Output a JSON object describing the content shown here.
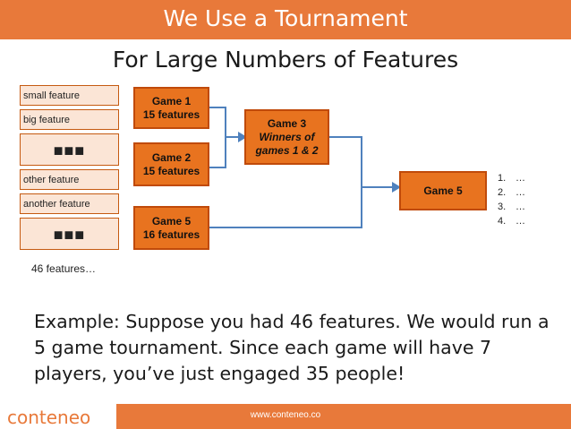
{
  "header": {
    "title": "We Use a Tournament",
    "subtitle": "For Large Numbers of Features"
  },
  "features": {
    "items": [
      "small feature",
      "big feature",
      "■■■",
      "other feature",
      "another feature",
      "■■■"
    ],
    "count_label": "46 features…"
  },
  "games": {
    "game1": {
      "line1": "Game 1",
      "line2": "15 features"
    },
    "game2": {
      "line1": "Game 2",
      "line2": "15 features"
    },
    "game5a": {
      "line1": "Game 5",
      "line2": "16 features"
    },
    "game3": {
      "line1": "Game 3",
      "line2": "Winners of",
      "line3": "games 1 & 2"
    },
    "game5b": {
      "line1": "Game 5"
    }
  },
  "results": [
    {
      "n": "1.",
      "v": "…"
    },
    {
      "n": "2.",
      "v": "…"
    },
    {
      "n": "3.",
      "v": "…"
    },
    {
      "n": "4.",
      "v": "…"
    }
  ],
  "example": "Example: Suppose you had 46 features. We would run a 5 game tournament. Since each game will have 7 players, you’ve just engaged 35 people!",
  "footer": {
    "logo": "conteneo",
    "url": "www.conteneo.co"
  },
  "colors": {
    "accent": "#e8793a",
    "game_fill": "#e8731f",
    "feature_fill": "#fbe5d6",
    "connector": "#4f81bd"
  }
}
